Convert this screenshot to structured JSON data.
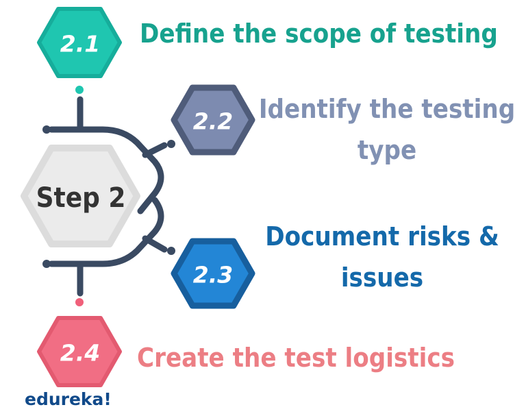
{
  "center": {
    "label": "Step 2"
  },
  "steps": [
    {
      "number": "2.1",
      "label_lines": [
        "Define the scope of testing"
      ],
      "color": "#1fc6b0",
      "text_color": "#17a28e"
    },
    {
      "number": "2.2",
      "label_lines": [
        "Identify the testing",
        "type"
      ],
      "color": "#5b6b8c",
      "text_color": "#8191b3"
    },
    {
      "number": "2.3",
      "label_lines": [
        "Document risks &",
        "issues"
      ],
      "color": "#1b70b8",
      "text_color": "#1469aa"
    },
    {
      "number": "2.4",
      "label_lines": [
        "Create the test logistics"
      ],
      "color": "#f0607a",
      "text_color": "#ec7e84"
    }
  ],
  "logo": {
    "text": "edureka!",
    "color": "#114a8a"
  },
  "colors": {
    "connector": "#3a4a62",
    "center_fill": "#ebebeb",
    "center_border": "#dcdcdc"
  }
}
